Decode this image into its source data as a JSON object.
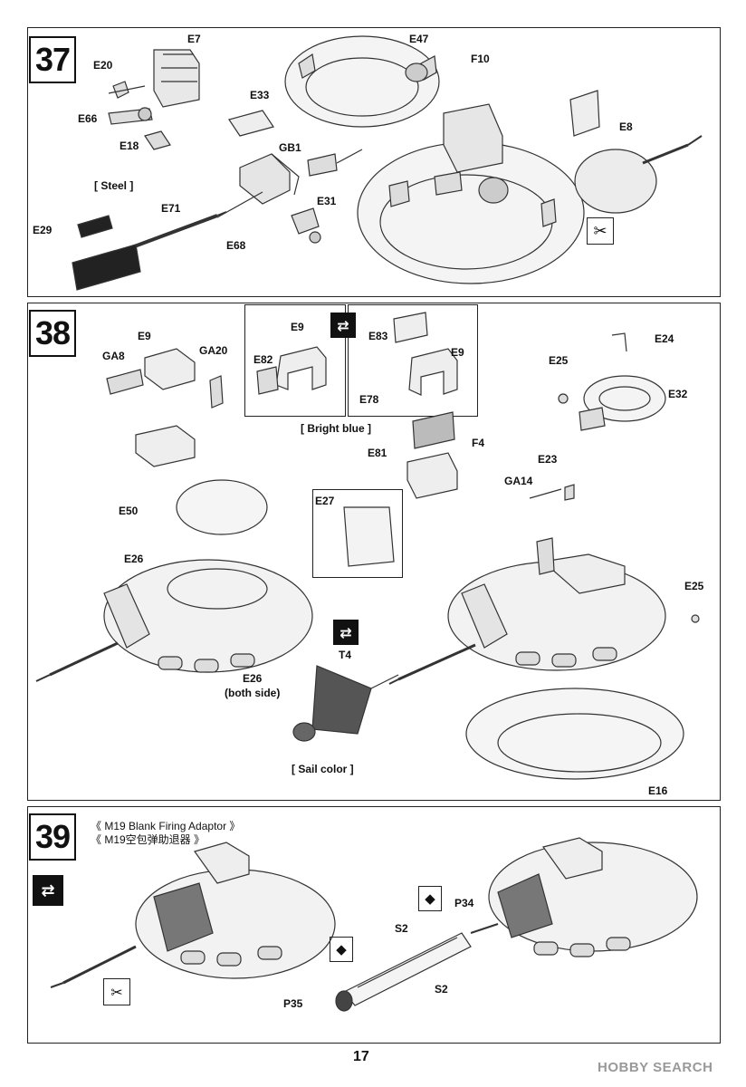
{
  "steps": [
    {
      "number": "37"
    },
    {
      "number": "38"
    },
    {
      "number": "39"
    }
  ],
  "step37": {
    "parts": [
      "E7",
      "E20",
      "E66",
      "E18",
      "E47",
      "F10",
      "E33",
      "GB1",
      "E8",
      "E31",
      "E71",
      "E29",
      "E68"
    ],
    "steel_note": "[ Steel ]"
  },
  "step38": {
    "parts_left": [
      "E9",
      "GA8",
      "GA20",
      "E50",
      "E26",
      "E26",
      "E27",
      "T4"
    ],
    "both_side": "(both side)",
    "inset_left_parts": [
      "E9",
      "E82"
    ],
    "inset_right_parts": [
      "E83",
      "E9",
      "E78",
      "F4",
      "E81"
    ],
    "bright_blue": "[ Bright blue ]",
    "sail_color": "[ Sail color ]",
    "right_parts": [
      "E24",
      "E25",
      "E32",
      "E23",
      "GA14",
      "E25",
      "E16"
    ]
  },
  "step39": {
    "title_en": "《  M19 Blank Firing Adaptor  》",
    "title_cn": "《  M19空包弹助退器  》",
    "parts": [
      "P34",
      "S2",
      "S2",
      "P35"
    ]
  },
  "page_number": "17",
  "watermark": "HOBBY SEARCH",
  "icons": [
    "option-icon",
    "cement-icon",
    "cut-icon",
    "no-icon"
  ]
}
